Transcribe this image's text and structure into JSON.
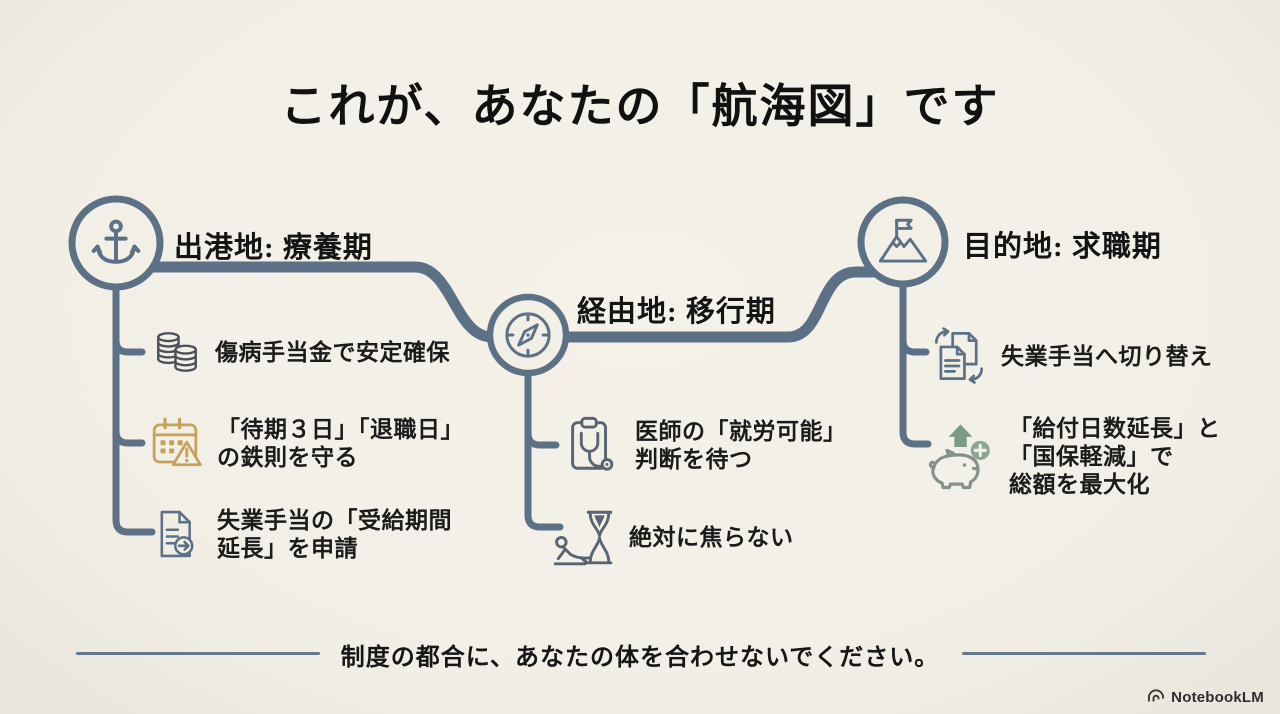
{
  "title": "これが、あなたの「航海図」です",
  "journey": {
    "nodes": [
      {
        "id": "start",
        "icon": "anchor-icon",
        "label": "出港地: 療養期"
      },
      {
        "id": "via",
        "icon": "compass-icon",
        "label": "経由地: 移行期"
      },
      {
        "id": "goal",
        "icon": "mountain-flag-icon",
        "label": "目的地: 求職期"
      }
    ],
    "columns": [
      {
        "node": "start",
        "items": [
          {
            "icon": "coin-stacks-icon",
            "text": "傷病手当金で安定確保"
          },
          {
            "icon": "calendar-warning-icon",
            "text": "「待期３日」「退職日」\nの鉄則を守る"
          },
          {
            "icon": "document-arrow-icon",
            "text": "失業手当の「受給期間\n延長」を申請"
          }
        ]
      },
      {
        "node": "via",
        "items": [
          {
            "icon": "clipboard-stethoscope-icon",
            "text": "医師の「就労可能」\n判断を待つ"
          },
          {
            "icon": "hourglass-rest-icon",
            "text": "絶対に焦らない"
          }
        ]
      },
      {
        "node": "goal",
        "items": [
          {
            "icon": "documents-switch-icon",
            "text": "失業手当へ切り替え"
          },
          {
            "icon": "piggy-bank-plus-icon",
            "text": "「給付日数延長」と\n「国保軽減」で\n総額を最大化"
          }
        ]
      }
    ]
  },
  "footer": {
    "note": "制度の都合に、あなたの体を合わせないでください。"
  },
  "brand": {
    "name": "NotebookLM"
  },
  "colors": {
    "background": "#F2EFE7",
    "route": "#5C7186",
    "text": "#1B1B1B",
    "coins_icon": "#4B4F58",
    "calendar_icon": "#C5A159",
    "gray_icon": "#5A6473",
    "piggy_icon": "#84908A",
    "green_accent": "#7C9A86",
    "divider": "#64788F"
  }
}
